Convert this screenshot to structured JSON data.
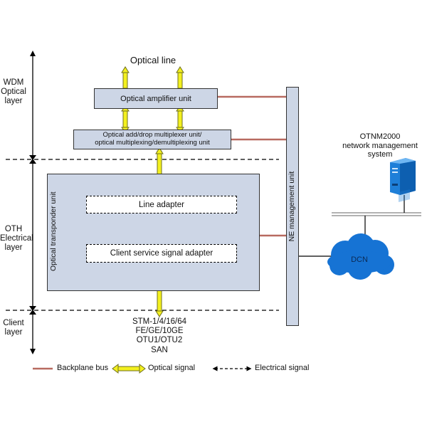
{
  "layers": {
    "wdm": [
      "WDM",
      "Optical",
      "layer"
    ],
    "oth": [
      "OTH",
      "Electrical",
      "layer"
    ],
    "client": [
      "Client",
      "layer"
    ]
  },
  "optical_line": "Optical line",
  "units": {
    "amplifier": "Optical amplifier unit",
    "oadm": [
      "Optical add/drop multiplexer unit/",
      "optical multiplexing/demultiplexing unit"
    ],
    "transponder": "Optical transponder unit",
    "line_adapter": "Line adapter",
    "client_adapter": "Client service signal adapter",
    "ne_management": "NE management unit"
  },
  "client_signals": [
    "STM-1/4/16/64",
    "FE/GE/10GE",
    "OTU1/OTU2",
    "SAN"
  ],
  "otnm": [
    "OTNM2000",
    "network management",
    "system"
  ],
  "dcn": "DCN",
  "legend": {
    "backplane": "Backplane bus",
    "optical": "Optical signal",
    "electrical": "Electrical signal"
  },
  "colors": {
    "box_fill": "#cdd6e6",
    "backplane": "#b86a60",
    "optical_arrow": "#f3f01e",
    "cloud": "#1673d4",
    "server": "#1e7fd8"
  }
}
